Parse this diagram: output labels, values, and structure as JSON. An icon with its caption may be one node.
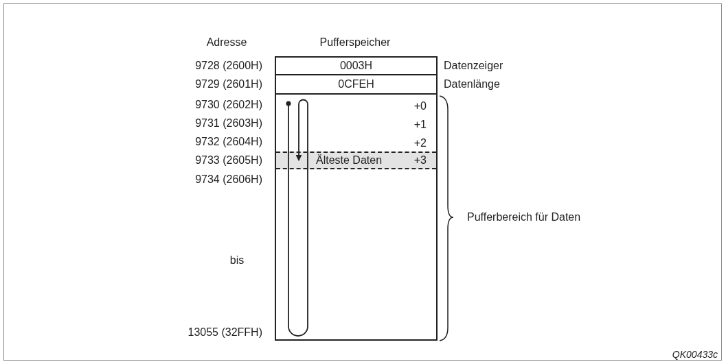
{
  "diagram": {
    "nodes": [
      {
        "text": [
          "0003H"
        ],
        "beside": [
          "Datenzeiger"
        ]
      },
      {
        "text": [
          "0CFEH"
        ],
        "beside": [
          "Datenlänge"
        ]
      },
      {
        "text": [
          "+0",
          "+1",
          "+2"
        ],
        "beside": [
          "Pufferbereich für Daten"
        ]
      },
      {
        "text": [
          "Älteste Daten",
          "+3"
        ],
        "in": 2
      }
    ],
    "edges": [],
    "labels": [
      "Adresse",
      "Pufferspeicher",
      "9728 (2600H)",
      "9729 (2601H)",
      "9730 (2602H)",
      "9731 (2603H)",
      "9732 (2604H)",
      "9733 (2605H)",
      "9734 (2606H)",
      "bis",
      "13055 (32FFH)",
      "QK00433c"
    ]
  }
}
